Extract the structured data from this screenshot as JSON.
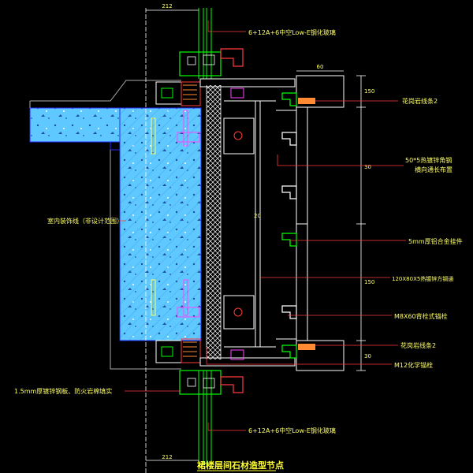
{
  "title": "裙楼层间石材造型节点",
  "dimensions": {
    "top_width": "212",
    "bottom_width": "212",
    "stone_depth": "60",
    "dim_r1": "150",
    "dim_r2": "30",
    "dim_r3": "150",
    "dim_r4": "30",
    "dim_mid": "20"
  },
  "labels": {
    "glass_top": "6+12A+6中空Low-E钢化玻璃",
    "granite_top": "花岗岩线条2",
    "angle_steel": "50*5热镀锌角钢",
    "angle_steel_2": "横向通长布置",
    "alu_hanger": "5mm厚铝合金挂件",
    "steel_tube": "120X80X5热镀锌方钢通",
    "anchor_bolt": "M8X60背栓式锚栓",
    "granite_bottom": "花岗岩线条2",
    "chem_bolt": "M12化学锚栓",
    "concrete": "室内装饰线（非设计范围）",
    "fire_board": "1.5mm厚镀锌钢板、防火岩棉填实",
    "glass_bottom": "6+12A+6中空Low-E钢化玻璃"
  },
  "colors": {
    "background": "#000000",
    "concrete_fill": "#5ec8ff",
    "concrete_edge": "#2a2aff",
    "text": "#ffff66",
    "white_line": "#ffffff",
    "green": "#00ff00",
    "red_callout": "#ff3b3b",
    "orange": "#ff8a33",
    "magenta": "#ff44ff",
    "gray": "#bbbbbb"
  }
}
